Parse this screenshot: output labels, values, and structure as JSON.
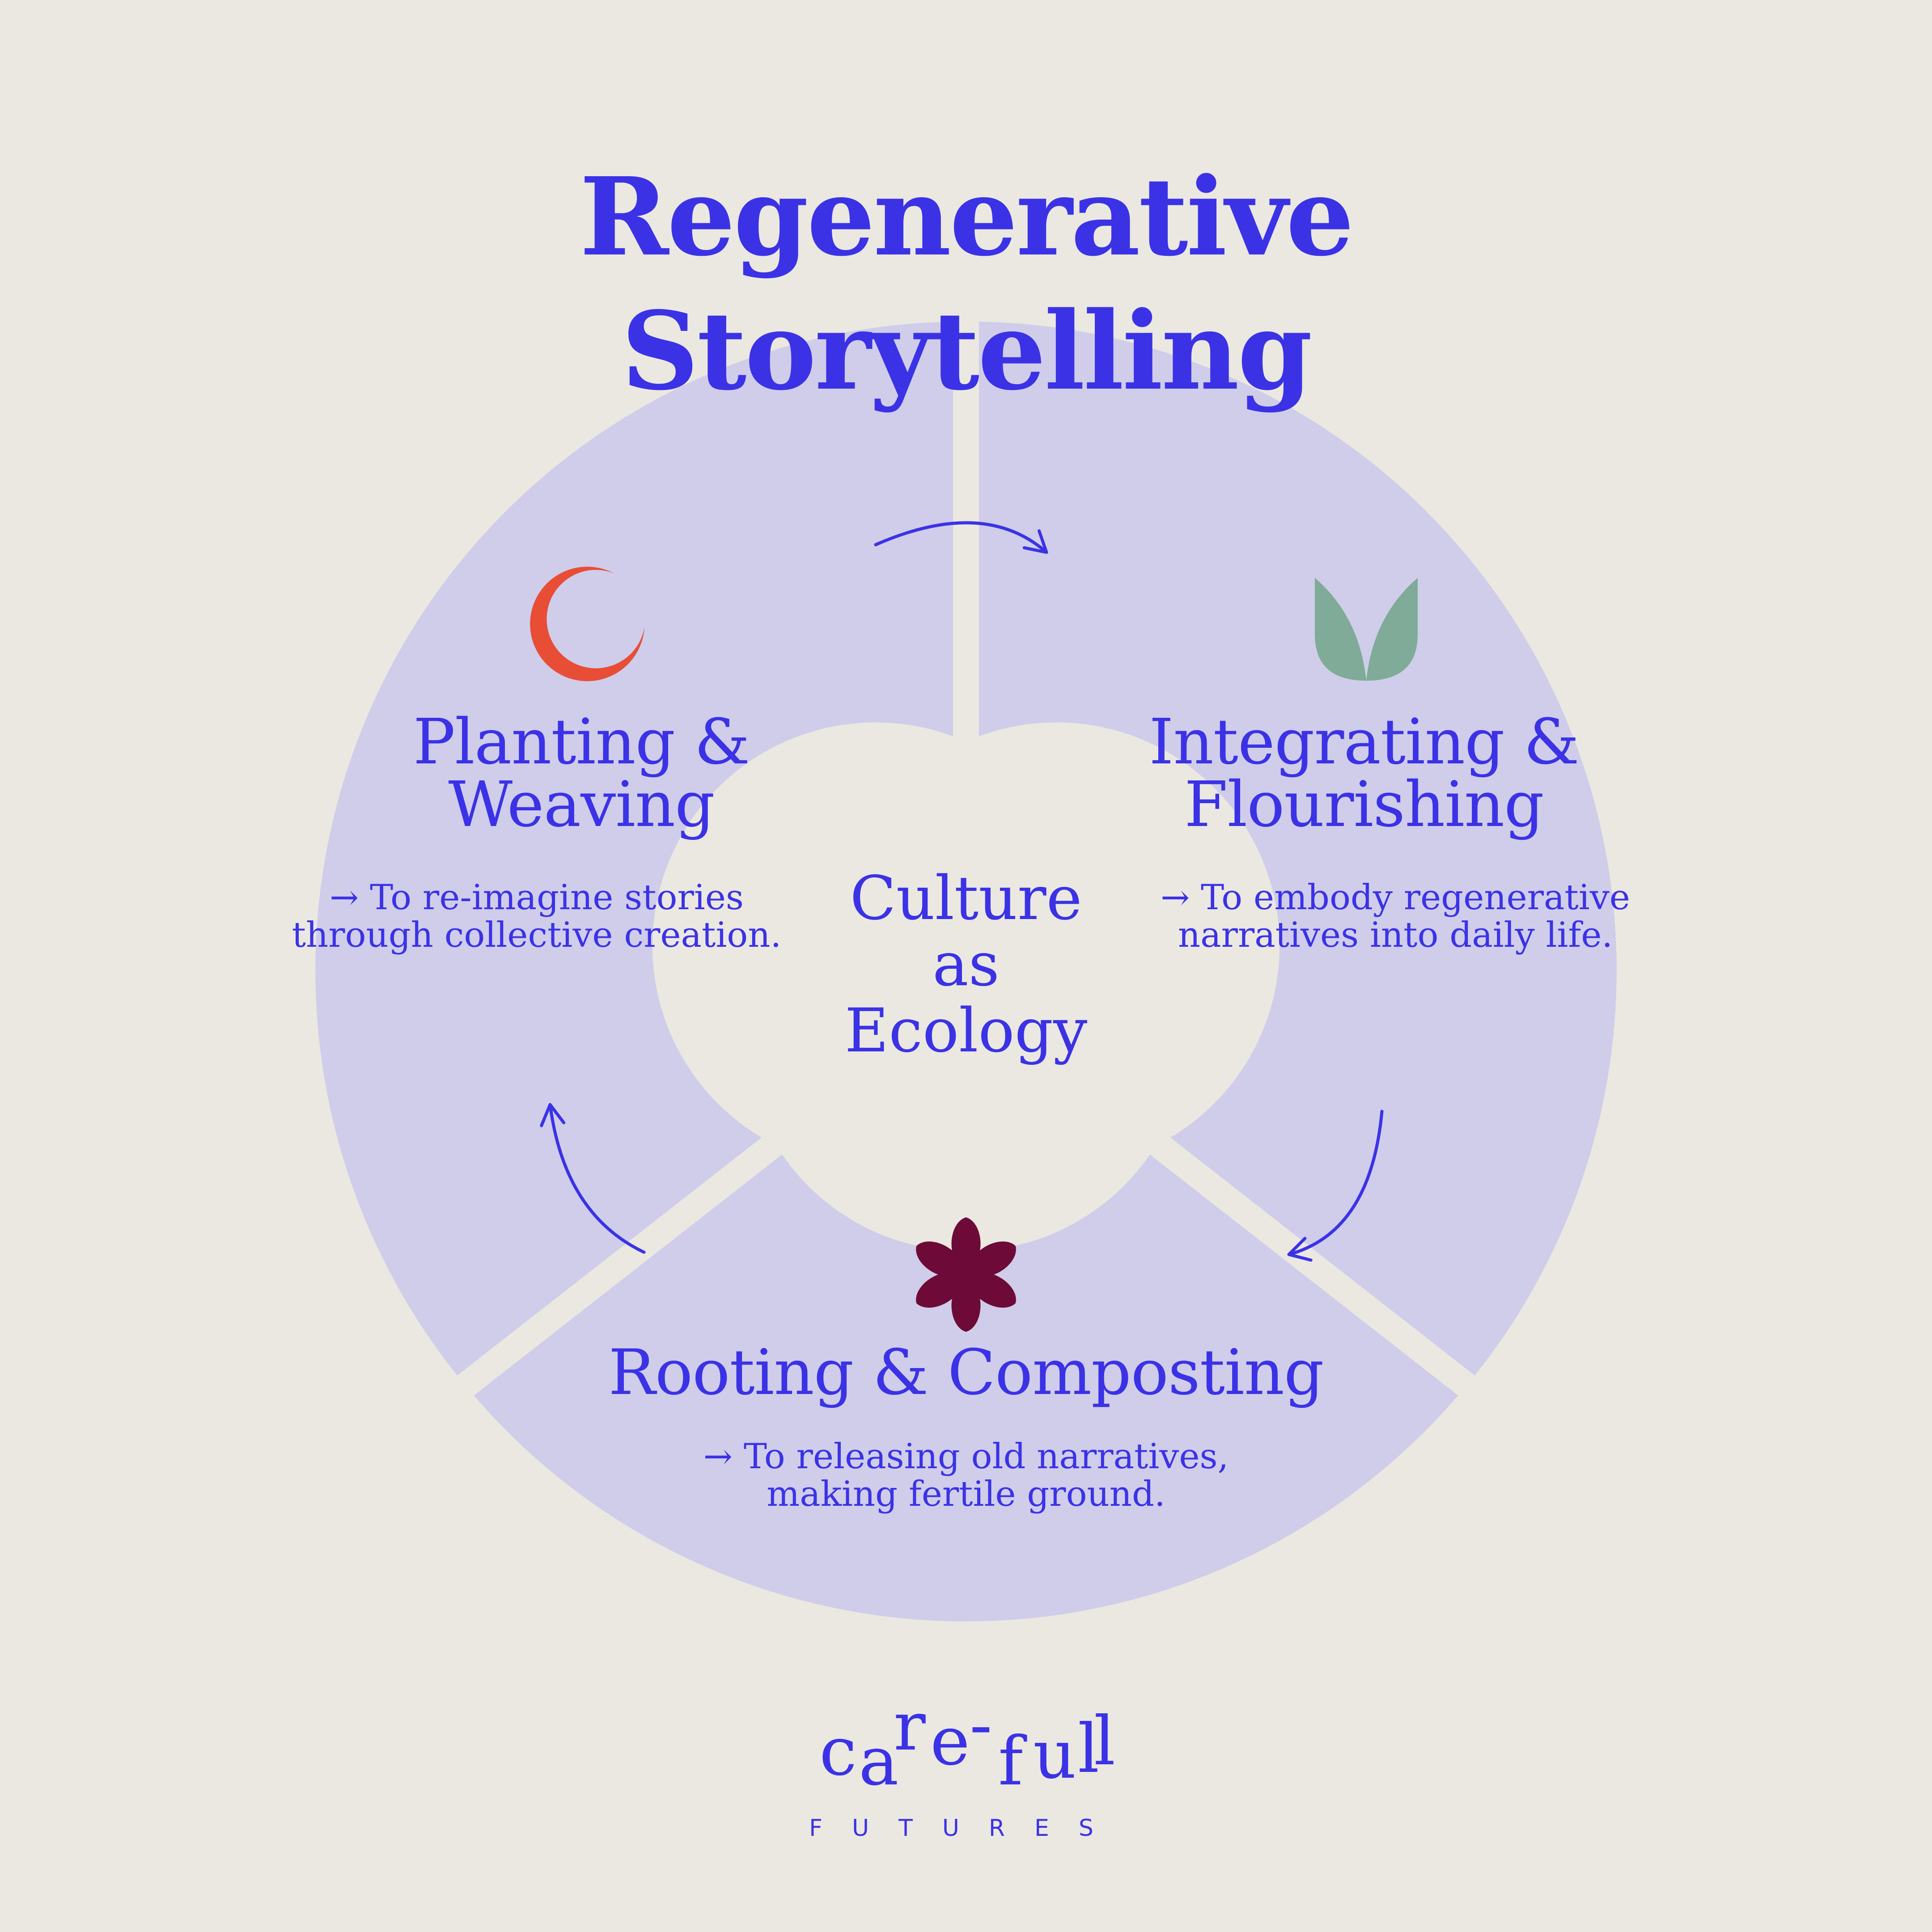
{
  "title": "Regenerative Storytelling",
  "center": {
    "line1": "Culture",
    "line2": "as",
    "line3": "Ecology"
  },
  "stages": [
    {
      "title_line1": "Planting &",
      "title_line2": "Weaving",
      "desc_line1": "→ To re-imagine stories",
      "desc_line2": "through collective creation.",
      "icon": "crescent-icon"
    },
    {
      "title_line1": "Integrating &",
      "title_line2": "Flourishing",
      "desc_line1": "→ To embody regenerative",
      "desc_line2": "narratives into daily life.",
      "icon": "leaf-sprout-icon"
    },
    {
      "title_line1": "Rooting & Composting",
      "desc_line1": "→ To releasing old narratives,",
      "desc_line2": "making fertile ground.",
      "icon": "flower-icon"
    }
  ],
  "logo": {
    "letters": [
      "c",
      "a",
      "r",
      "e",
      "-",
      "f",
      "u",
      "l",
      "l"
    ],
    "subtitle": "FUTURES"
  },
  "colors": {
    "background": "#ebe8e1",
    "segment": "#cfcdea",
    "accent": "#3b32e6",
    "crescent": "#e84d36",
    "leaf": "#7fab98",
    "flower": "#6d0a37"
  }
}
